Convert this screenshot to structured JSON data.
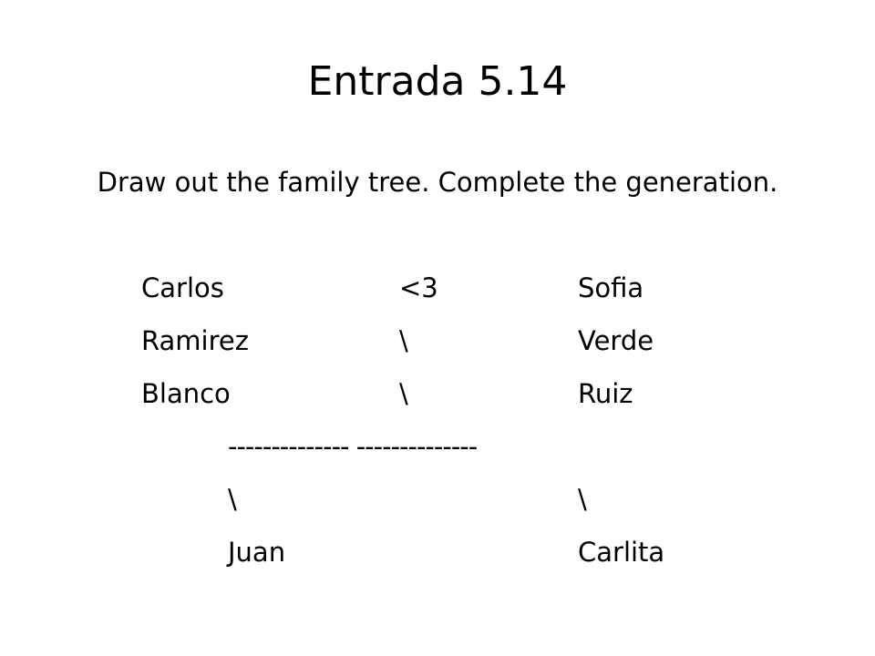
{
  "slide": {
    "title": "Entrada 5.14",
    "instruction": "Draw out the family tree. Complete the generation."
  },
  "tree": {
    "row1": {
      "left": "Carlos",
      "middle": "<3",
      "right": "Sofia"
    },
    "row2": {
      "left": "Ramirez",
      "middle": "\\",
      "right": "Verde"
    },
    "row3": {
      "left": "Blanco",
      "middle": "\\",
      "right": "Ruiz"
    },
    "divider": "-------------- --------------",
    "row5": {
      "left": "\\",
      "right": "\\"
    },
    "children": {
      "left": "Juan",
      "right": "Carlita"
    }
  }
}
